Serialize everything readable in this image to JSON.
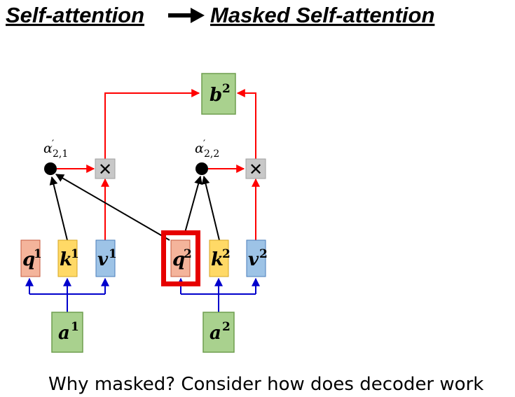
{
  "title": {
    "left": "Self-attention",
    "right": "Masked Self-attention"
  },
  "caption": "Why masked?  Consider how does decoder work",
  "output": {
    "base": "b",
    "sup": "2"
  },
  "attention_scores": [
    {
      "base": "α",
      "prime": "′",
      "sub": "2,1"
    },
    {
      "base": "α",
      "prime": "′",
      "sub": "2,2"
    }
  ],
  "vectors": {
    "q1": {
      "base": "q",
      "sup": "1"
    },
    "k1": {
      "base": "k",
      "sup": "1"
    },
    "v1": {
      "base": "v",
      "sup": "1"
    },
    "q2": {
      "base": "q",
      "sup": "2"
    },
    "k2": {
      "base": "k",
      "sup": "2"
    },
    "v2": {
      "base": "v",
      "sup": "2"
    }
  },
  "inputs": [
    {
      "base": "a",
      "sup": "1"
    },
    {
      "base": "a",
      "sup": "2"
    }
  ],
  "multiply_symbol": "✕",
  "colors": {
    "query_fill": "#f4b49b",
    "query_stroke": "#c55a3c",
    "key_fill": "#ffd966",
    "key_stroke": "#d6a521",
    "value_fill": "#9dc3e6",
    "value_stroke": "#4a7ebb",
    "green_fill": "#a9d18e",
    "green_stroke": "#6e9e4f",
    "multiply_fill": "#c8c8c8",
    "red_arrow": "#ff0000",
    "blue_arrow": "#0000cc",
    "black_arrow": "#000000",
    "highlight": "#e60000"
  }
}
